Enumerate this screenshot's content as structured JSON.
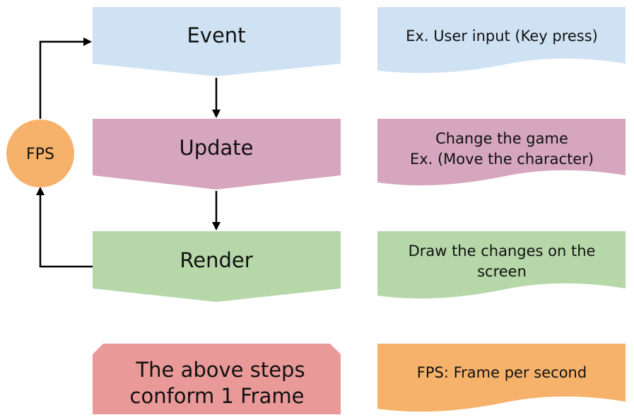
{
  "stages": [
    {
      "label": "Event",
      "color": "#cfe2f3"
    },
    {
      "label": "Update",
      "color": "#d5a6bd"
    },
    {
      "label": "Render",
      "color": "#b6d7a8"
    }
  ],
  "notes": [
    {
      "line1": "Ex. User input (Key press)",
      "line2": "",
      "color": "#cfe2f3"
    },
    {
      "line1": "Change the game",
      "line2": "Ex. (Move the character)",
      "color": "#d5a6bd"
    },
    {
      "line1": "Draw the changes on the",
      "line2": "screen",
      "color": "#b6d7a8"
    }
  ],
  "fps_node": {
    "label": "FPS",
    "color": "#f6b26b"
  },
  "frame_box": {
    "line1": "The above steps",
    "line2": "conform 1 Frame",
    "color": "#ea9999"
  },
  "fps_note": {
    "label": "FPS: Frame per second",
    "color": "#f6b26b"
  }
}
